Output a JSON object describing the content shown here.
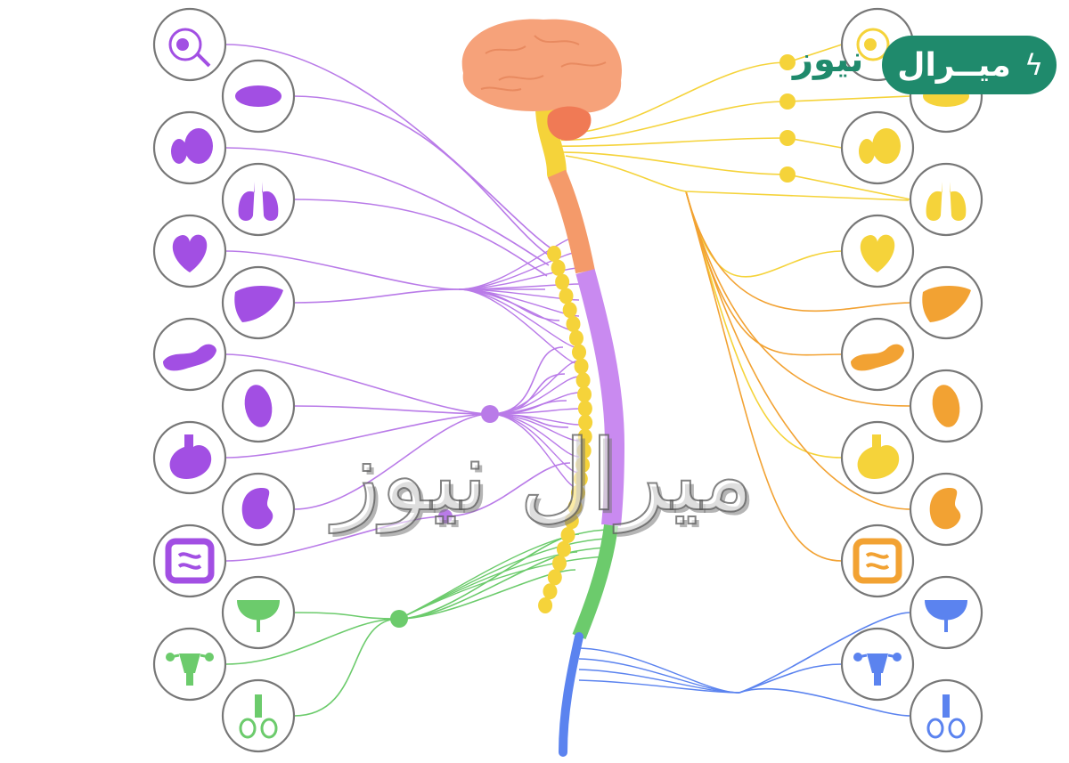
{
  "colors": {
    "purple": "#b97be8",
    "purple_fill": "#a24fe3",
    "yellow": "#f5d33a",
    "orange": "#f2a233",
    "green": "#6ccb6c",
    "blue": "#5b83ef",
    "brain": "#f6a27a",
    "cerebellum": "#f07a55",
    "circle_border": "#777777",
    "brand": "#1f8a6c"
  },
  "brand": {
    "name_white": "ميــرال",
    "name_green": "نيوز",
    "bolt_icon": "lightning-bolt-icon"
  },
  "watermark": {
    "text": "ميرال نيوز"
  },
  "left_organs": [
    {
      "name": "eye-icon",
      "color": "purple"
    },
    {
      "name": "glands-icon",
      "color": "purple"
    },
    {
      "name": "salivary-glands-icon",
      "color": "purple"
    },
    {
      "name": "lungs-icon",
      "color": "purple"
    },
    {
      "name": "heart-icon",
      "color": "purple"
    },
    {
      "name": "liver-icon",
      "color": "purple"
    },
    {
      "name": "pancreas-icon",
      "color": "purple"
    },
    {
      "name": "spleen-icon",
      "color": "purple"
    },
    {
      "name": "stomach-icon",
      "color": "purple"
    },
    {
      "name": "kidney-icon",
      "color": "purple"
    },
    {
      "name": "intestine-icon",
      "color": "purple"
    },
    {
      "name": "bladder-icon",
      "color": "green"
    },
    {
      "name": "uterus-icon",
      "color": "green"
    },
    {
      "name": "testes-icon",
      "color": "green"
    }
  ],
  "right_organs": [
    {
      "name": "eye-icon",
      "color": "yellow"
    },
    {
      "name": "glands-icon",
      "color": "yellow"
    },
    {
      "name": "salivary-glands-icon",
      "color": "yellow"
    },
    {
      "name": "lungs-icon",
      "color": "yellow"
    },
    {
      "name": "heart-icon",
      "color": "yellow"
    },
    {
      "name": "liver-icon",
      "color": "orange"
    },
    {
      "name": "pancreas-icon",
      "color": "orange"
    },
    {
      "name": "spleen-icon",
      "color": "orange"
    },
    {
      "name": "stomach-icon",
      "color": "yellow"
    },
    {
      "name": "kidney-icon",
      "color": "orange"
    },
    {
      "name": "intestine-icon",
      "color": "orange"
    },
    {
      "name": "bladder-icon",
      "color": "blue"
    },
    {
      "name": "uterus-icon",
      "color": "blue"
    },
    {
      "name": "testes-icon",
      "color": "blue"
    }
  ]
}
